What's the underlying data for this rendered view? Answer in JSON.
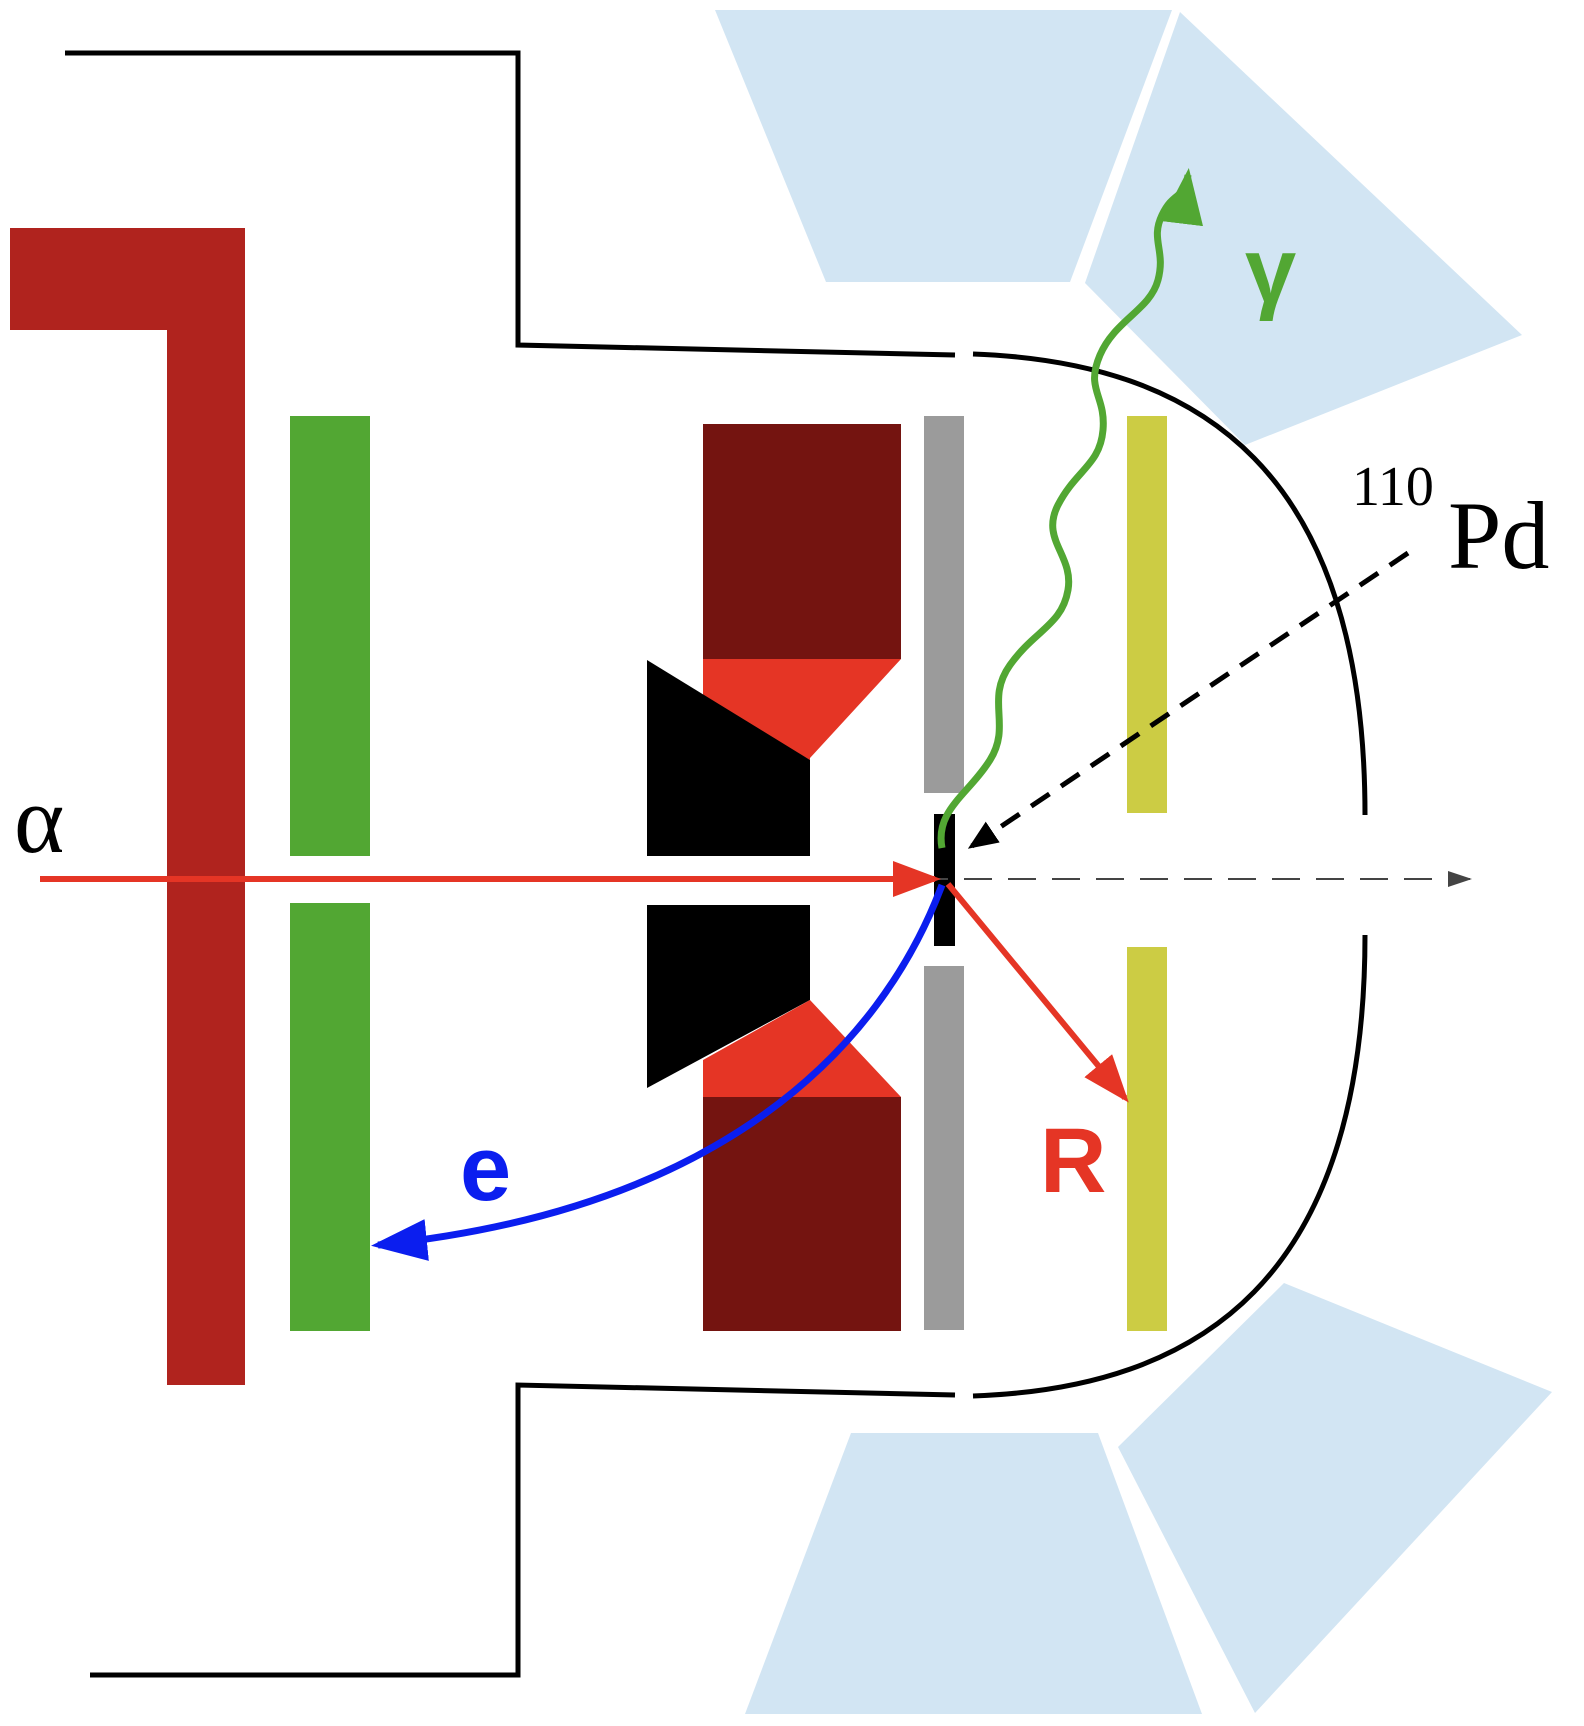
{
  "labels": {
    "alpha": "α",
    "electron": "e",
    "recoil": "R",
    "gamma": "γ",
    "target_mass": "110",
    "target_element": "Pd"
  },
  "colors": {
    "background": "#ffffff",
    "chamber_outline": "#000000",
    "germanium_detectors": "#d2e5f3",
    "dark_red_frame": "#b0231e",
    "green_detector": "#52a733",
    "magnet_block": "#741410",
    "pole_tip": "#e53525",
    "black_pole": "#000000",
    "grey_foil": "#9b9b9b",
    "yellow_detector": "#cccc44",
    "target": "#000000",
    "alpha_beam": "#e53525",
    "electron_path": "#0b1eef",
    "recoil_path": "#e53525",
    "gamma_path": "#52a733",
    "target_arrow": "#000000",
    "beam_axis": "#444444"
  },
  "icons": {
    "alpha_arrow": "arrow-right",
    "electron_arrow": "arrow-left",
    "recoil_arrow": "arrow-down-right",
    "gamma_arrow": "arrow-up",
    "target_arrow": "arrow-down-left",
    "beam_axis_arrow": "arrow-right"
  }
}
